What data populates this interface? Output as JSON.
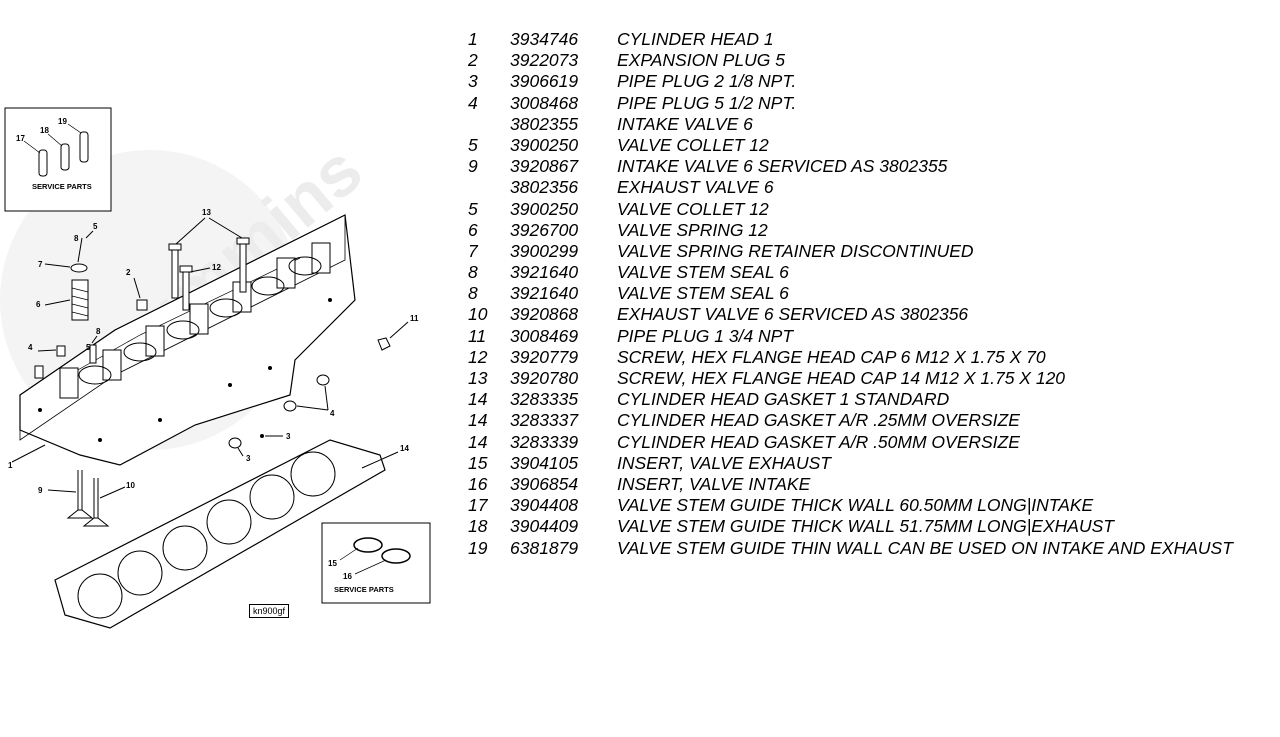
{
  "diagram": {
    "watermark": "cummins",
    "service_parts_label_a": "SERVICE PARTS",
    "service_parts_label_b": "SERVICE PARTS",
    "reference_code": "kn900gf",
    "callouts": {
      "c1": "1",
      "c2": "2",
      "c3a": "3",
      "c3b": "3",
      "c4a": "4",
      "c4b": "4",
      "c5a": "5",
      "c5b": "5",
      "c6": "6",
      "c7": "7",
      "c8a": "8",
      "c8b": "8",
      "c9": "9",
      "c10": "10",
      "c11": "11",
      "c12": "12",
      "c13": "13",
      "c14": "14",
      "c15": "15",
      "c16": "16",
      "c17": "17",
      "c18": "18",
      "c19": "19"
    }
  },
  "parts": [
    {
      "ref": "1",
      "part": "3934746",
      "desc": "CYLINDER HEAD 1"
    },
    {
      "ref": "2",
      "part": "3922073",
      "desc": "EXPANSION PLUG 5"
    },
    {
      "ref": "3",
      "part": "3906619",
      "desc": "PIPE PLUG 2 1/8 NPT."
    },
    {
      "ref": "4",
      "part": "3008468",
      "desc": "PIPE PLUG 5 1/2 NPT."
    },
    {
      "ref": "",
      "part": "3802355",
      "desc": "INTAKE VALVE 6"
    },
    {
      "ref": "5",
      "part": "3900250",
      "desc": "VALVE COLLET 12"
    },
    {
      "ref": "9",
      "part": "3920867",
      "desc": "INTAKE VALVE 6 SERVICED AS 3802355"
    },
    {
      "ref": "",
      "part": "3802356",
      "desc": "EXHAUST VALVE 6"
    },
    {
      "ref": "5",
      "part": "3900250",
      "desc": "VALVE COLLET 12"
    },
    {
      "ref": "6",
      "part": "3926700",
      "desc": "VALVE SPRING 12"
    },
    {
      "ref": "7",
      "part": "3900299",
      "desc": "VALVE SPRING RETAINER DISCONTINUED"
    },
    {
      "ref": "8",
      "part": "3921640",
      "desc": "VALVE STEM SEAL 6"
    },
    {
      "ref": "8",
      "part": "3921640",
      "desc": "VALVE STEM SEAL 6"
    },
    {
      "ref": "10",
      "part": "3920868",
      "desc": "EXHAUST VALVE 6 SERVICED AS 3802356"
    },
    {
      "ref": "11",
      "part": "3008469",
      "desc": "PIPE PLUG 1 3/4 NPT"
    },
    {
      "ref": "12",
      "part": "3920779",
      "desc": "SCREW, HEX FLANGE HEAD CAP 6 M12 X 1.75 X 70"
    },
    {
      "ref": "13",
      "part": "3920780",
      "desc": "SCREW, HEX FLANGE HEAD CAP 14 M12 X 1.75 X 120"
    },
    {
      "ref": "14",
      "part": "3283335",
      "desc": "CYLINDER HEAD GASKET 1 STANDARD"
    },
    {
      "ref": "14",
      "part": "3283337",
      "desc": "CYLINDER HEAD GASKET A/R .25MM OVERSIZE"
    },
    {
      "ref": "14",
      "part": "3283339",
      "desc": "CYLINDER HEAD GASKET A/R .50MM OVERSIZE"
    },
    {
      "ref": "15",
      "part": "3904105",
      "desc": "INSERT, VALVE EXHAUST"
    },
    {
      "ref": "16",
      "part": "3906854",
      "desc": "INSERT, VALVE INTAKE"
    },
    {
      "ref": "17",
      "part": "3904408",
      "desc": "VALVE STEM GUIDE THICK WALL 60.50MM LONG|INTAKE"
    },
    {
      "ref": "18",
      "part": "3904409",
      "desc": "VALVE STEM GUIDE THICK WALL 51.75MM LONG|EXHAUST"
    },
    {
      "ref": "19",
      "part": "6381879",
      "desc": "VALVE STEM GUIDE THIN WALL CAN BE USED ON INTAKE AND EXHAUST"
    }
  ]
}
